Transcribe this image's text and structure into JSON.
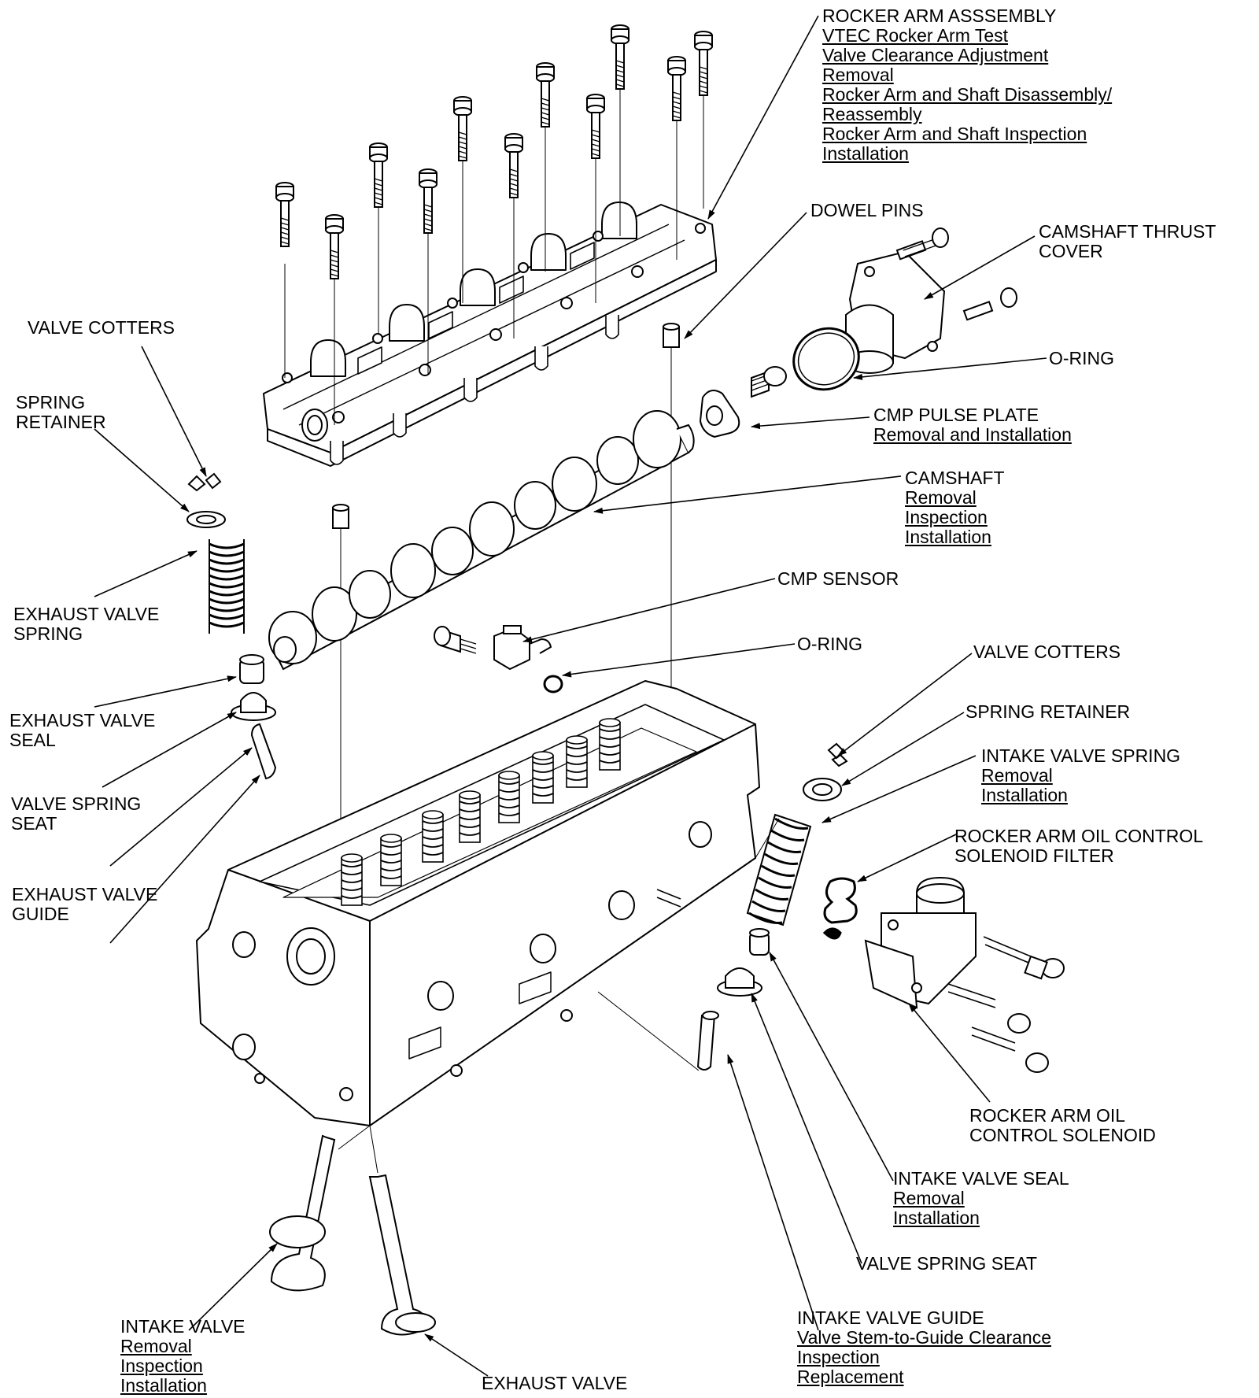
{
  "colors": {
    "ink": "#000000",
    "paper": "#ffffff"
  },
  "labels": {
    "rocker_arm_assembly": {
      "title": "ROCKER ARM ASSSEMBLY",
      "links": [
        "VTEC Rocker Arm Test",
        "Valve Clearance Adjustment",
        "Removal",
        "Rocker Arm and Shaft Disassembly/",
        "Reassembly",
        "Rocker Arm and Shaft Inspection",
        "Installation"
      ]
    },
    "dowel_pins": {
      "title": "DOWEL PINS"
    },
    "camshaft_thrust_cover": {
      "title_lines": [
        "CAMSHAFT THRUST",
        "COVER"
      ]
    },
    "o_ring_upper": {
      "title": "O-RING"
    },
    "cmp_pulse_plate": {
      "title": "CMP PULSE PLATE",
      "links": [
        "Removal and Installation"
      ]
    },
    "camshaft": {
      "title": "CAMSHAFT",
      "links": [
        "Removal",
        "Inspection",
        "Installation"
      ]
    },
    "cmp_sensor": {
      "title": "CMP SENSOR"
    },
    "o_ring_lower": {
      "title": "O-RING"
    },
    "valve_cotters_left": {
      "title": "VALVE COTTERS"
    },
    "spring_retainer_left": {
      "title_lines": [
        "SPRING",
        "RETAINER"
      ]
    },
    "exhaust_valve_spring": {
      "title_lines": [
        "EXHAUST VALVE",
        "SPRING"
      ]
    },
    "exhaust_valve_seal": {
      "title_lines": [
        "EXHAUST VALVE",
        "SEAL"
      ]
    },
    "valve_spring_seat_left": {
      "title_lines": [
        "VALVE SPRING",
        "SEAT"
      ]
    },
    "exhaust_valve_guide": {
      "title_lines": [
        "EXHAUST VALVE",
        "GUIDE"
      ]
    },
    "valve_cotters_right": {
      "title": "VALVE COTTERS"
    },
    "spring_retainer_right": {
      "title": "SPRING RETAINER"
    },
    "intake_valve_spring": {
      "title": "INTAKE VALVE SPRING",
      "links": [
        "Removal",
        "Installation"
      ]
    },
    "solenoid_filter": {
      "title_lines": [
        "ROCKER ARM OIL CONTROL",
        "SOLENOID FILTER"
      ]
    },
    "oil_control_solenoid": {
      "title_lines": [
        "ROCKER ARM OIL",
        "CONTROL SOLENOID"
      ]
    },
    "intake_valve_seal": {
      "title": "INTAKE VALVE SEAL",
      "links": [
        "Removal",
        "Installation"
      ]
    },
    "valve_spring_seat_right": {
      "title": "VALVE SPRING SEAT"
    },
    "intake_valve_guide": {
      "title": "INTAKE VALVE GUIDE",
      "links": [
        "Valve Stem-to-Guide Clearance",
        "Inspection",
        "Replacement"
      ]
    },
    "intake_valve": {
      "title": "INTAKE VALVE",
      "links": [
        "Removal",
        "Inspection",
        "Installation"
      ]
    },
    "exhaust_valve": {
      "title": "EXHAUST VALVE"
    }
  }
}
